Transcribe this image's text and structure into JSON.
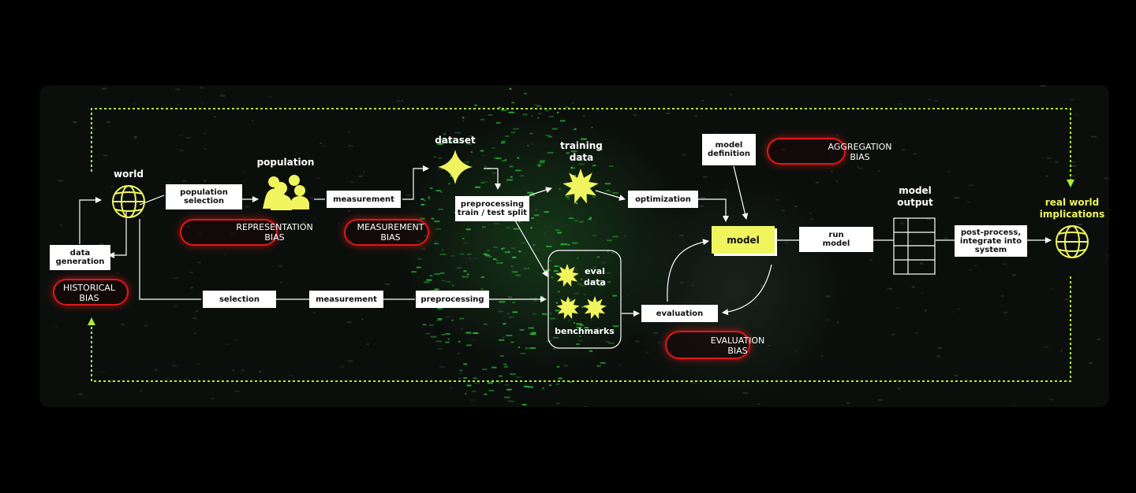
{
  "nodes": {
    "world_label": "world",
    "population_label": "population",
    "dataset_label": "dataset",
    "training_data_label": "training\ndata",
    "model_output_label": "model\noutput",
    "real_world_label": "real world\nimplications",
    "eval_data_label": "eval\ndata",
    "benchmarks_label": "benchmarks",
    "model_label": "model"
  },
  "steps": {
    "population_selection": "population\nselection",
    "measurement_top": "measurement",
    "preprocessing_split": "preprocessing\ntrain / test split",
    "optimization": "optimization",
    "model_definition": "model\ndefinition",
    "run_model": "run\nmodel",
    "post_process": "post-process,\nintegrate into\nsystem",
    "data_generation": "data\ngeneration",
    "selection": "selection",
    "measurement_bottom": "measurement",
    "preprocessing_bottom": "preprocessing",
    "evaluation": "evaluation"
  },
  "biases": {
    "representation": "REPRESENTATION\nBIAS",
    "measurement": "MEASUREMENT\nBIAS",
    "historical": "HISTORICAL\nBIAS",
    "aggregation": "AGGREGATION\nBIAS",
    "evaluation": "EVALUATION\nBIAS"
  },
  "colors": {
    "accent_yellow": "#f0f55e",
    "bias_red": "#e0181b",
    "loop_green": "#a8f03a",
    "matrix_green": "#2fd43c"
  }
}
